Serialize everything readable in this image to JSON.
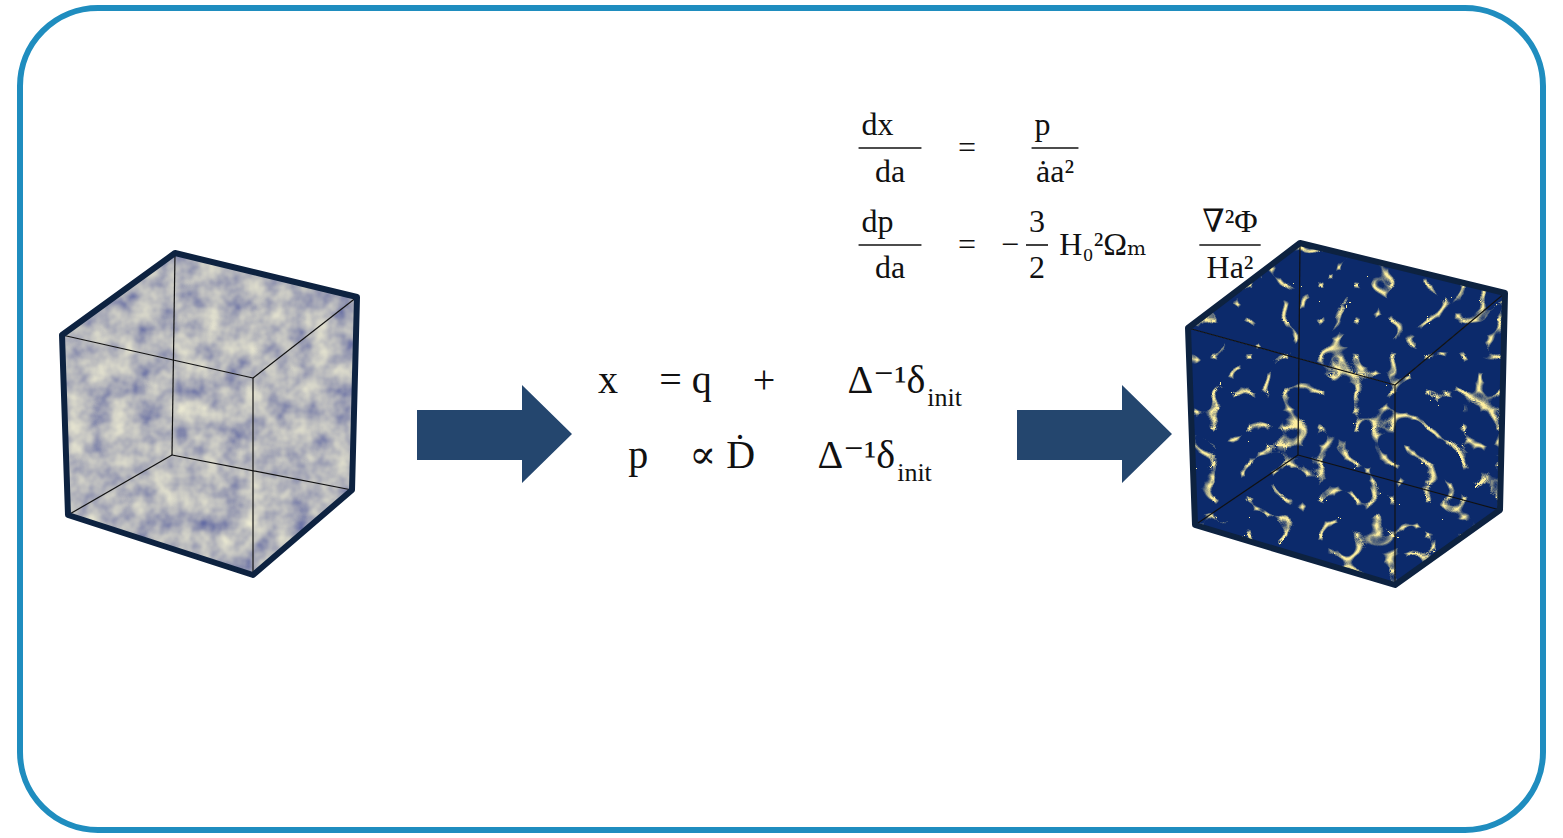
{
  "diagram": {
    "labels": [
      "dx⃗",
      "da",
      "=",
      "p⃗",
      "ȧa²",
      "dp⃗",
      "da",
      "=",
      "−",
      "3",
      "2",
      "H₀²Ωₘ",
      "∇²Φ",
      "Ha²",
      "x⃗ = q⃗ + ∇⃗Δ⁻¹δ",
      "init",
      "p⃗ ∝ Ḋ∇⃗Δ⁻¹δ",
      "init"
    ]
  }
}
